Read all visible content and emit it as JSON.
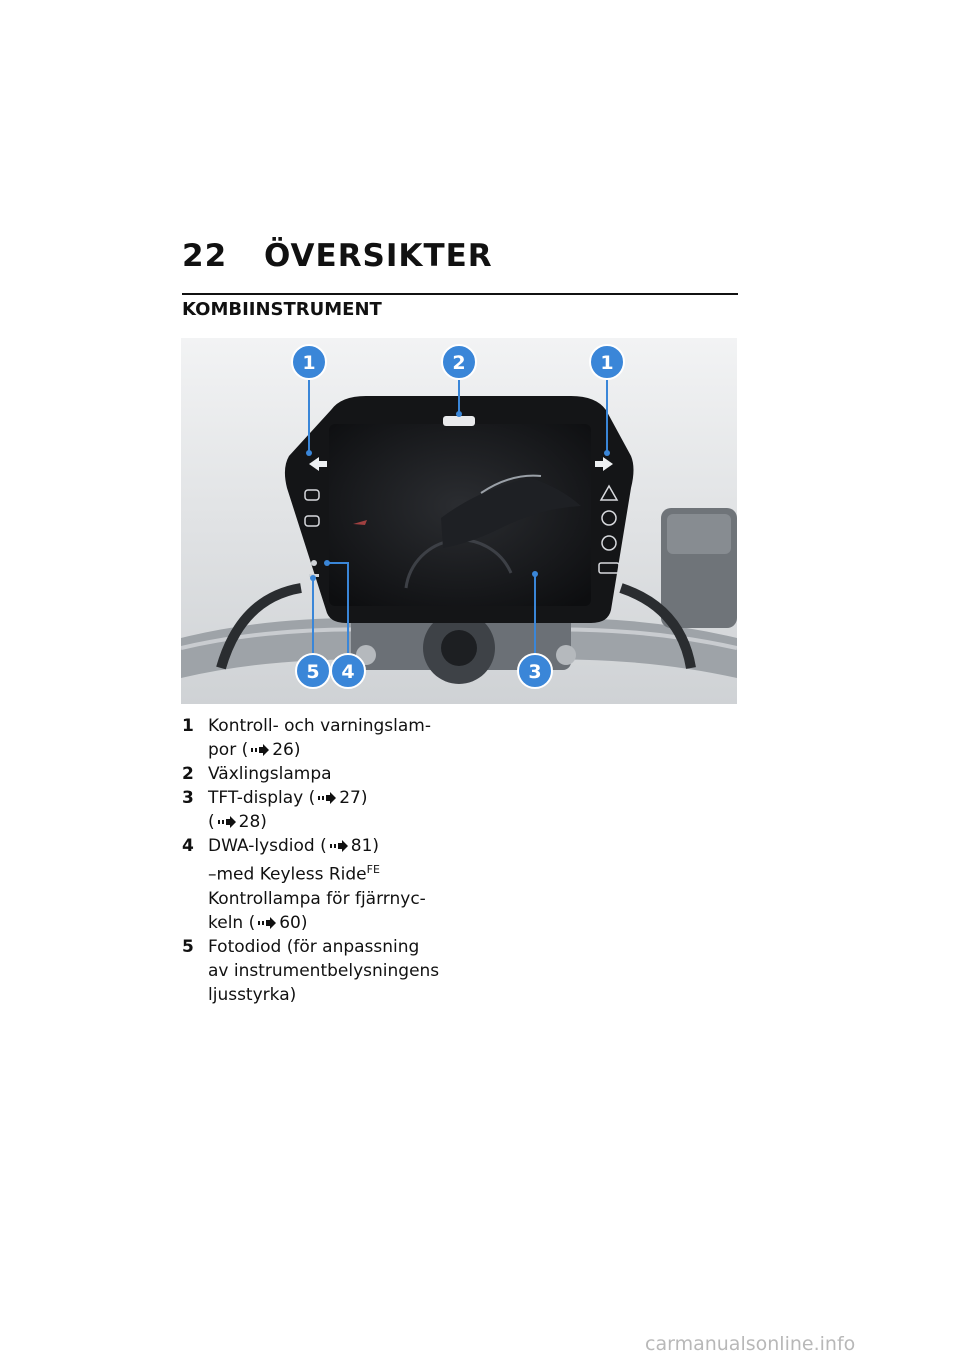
{
  "header": {
    "page_number": "22",
    "chapter_title": "ÖVERSIKTER"
  },
  "section": {
    "title": "KOMBIINSTRUMENT"
  },
  "figure": {
    "callouts": [
      "1",
      "2",
      "1",
      "5",
      "4",
      "3"
    ],
    "callout_color": "#3a86d8"
  },
  "legend": [
    {
      "num": "1",
      "line1": "Kontroll- och varningslam-",
      "line2_pre": "por (",
      "line2_ref": "26)"
    },
    {
      "num": "2",
      "line1": "Växlingslampa"
    },
    {
      "num": "3",
      "line1_pre": "TFT-display (",
      "line1_ref": "27)",
      "line2_pre": "(",
      "line2_ref": "28)"
    },
    {
      "num": "4",
      "line1_pre": "DWA-lysdiod (",
      "line1_ref": "81)",
      "line2": "–med Keyless Ride",
      "line2_sup": "FE",
      "line3": "Kontrollampa för fjärrnyc-",
      "line4_pre": "keln (",
      "line4_ref": "60)"
    },
    {
      "num": "5",
      "line1": "Fotodiod (för anpassning",
      "line2": "av instrumentbelysningens",
      "line3": "ljusstyrka)"
    }
  ],
  "watermark": "carmanualsonline.info"
}
